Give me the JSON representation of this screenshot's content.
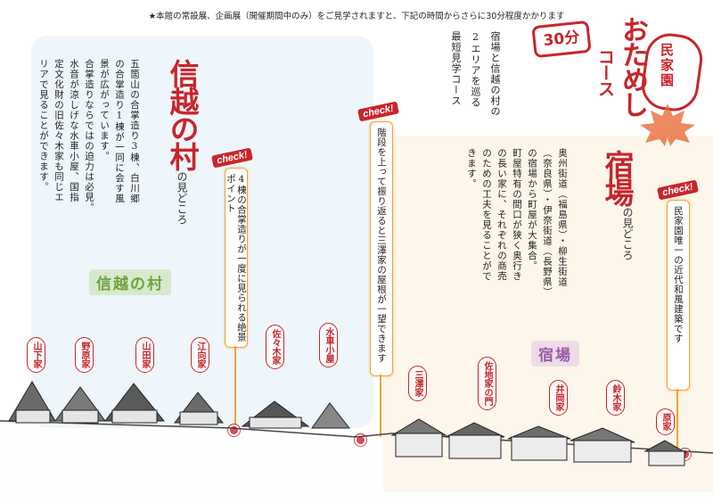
{
  "notice": "★本館の常設展、企画展（開催期間中のみ）をご見学されますと、下記の時間からさらに30分程度かかります",
  "stamp": {
    "minutes": "30分",
    "main": "おためし",
    "main_line2": "コース",
    "sub": "民家園"
  },
  "intro": [
    "宿場と信越の村の",
    "2エリアを巡る",
    "最短見学コース"
  ],
  "shinetsu": {
    "title": "信越の村",
    "subtitle": "の見どころ",
    "text": [
      "五箇山の合掌造り3棟、白川郷",
      "の合掌造り1棟が一同に会す風",
      "景が広がっています。",
      "合掌造りならではの迫力は必見。",
      "水音が涼しげな水車小屋、国指",
      "定文化財の旧佐々木家も同じエ",
      "リアで見ることができます。"
    ],
    "area_tag": "信越の村"
  },
  "shukuba": {
    "title": "宿場",
    "subtitle": "の見どころ",
    "text": [
      "奥州街道（福島県）・柳生街道",
      "（奈良県）・伊奈街道（長野県）",
      "の宿場から町屋が大集合。",
      "町屋特有の間口が狭く奥行き",
      "の長い家に、それぞれの商売",
      "のための工夫を見ることがで",
      "きます。"
    ],
    "area_tag": "宿場"
  },
  "checks": [
    {
      "label": "check!",
      "text": "4棟の合掌造りが一度に見られる絶景ポイント"
    },
    {
      "label": "check!",
      "text": "階段を上って振り返ると三澤家の屋根が一望できます"
    },
    {
      "label": "check!",
      "text": "民家園唯一の近代和風建築です"
    }
  ],
  "houses": [
    "山下家",
    "野原家",
    "山田家",
    "江向家",
    "佐々木家",
    "水車小屋",
    "三澤家",
    "佐地家の門",
    "井岡家",
    "鈴木家",
    "原家"
  ]
}
